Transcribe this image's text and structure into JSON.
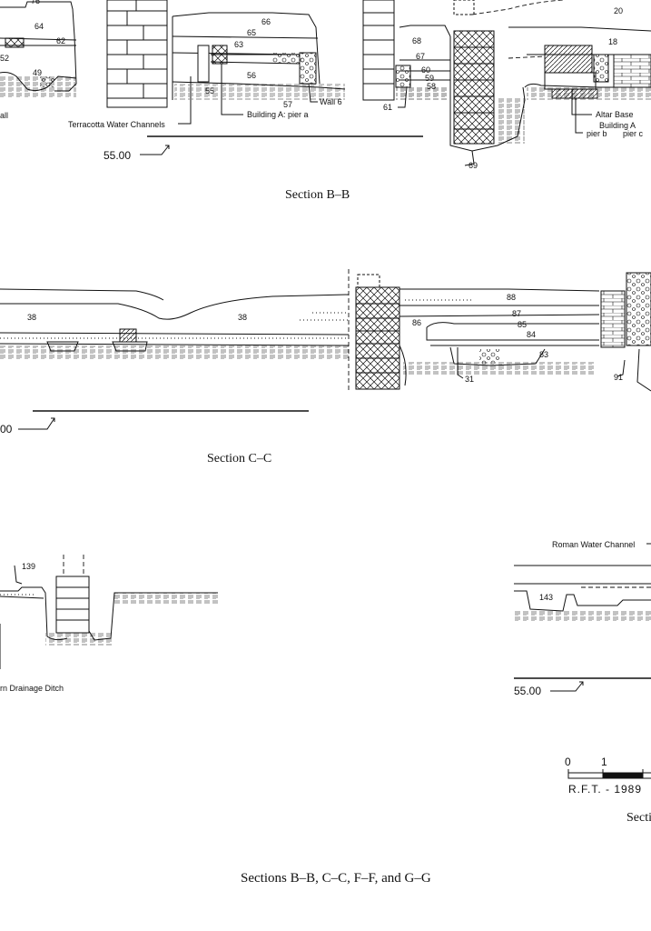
{
  "sections": {
    "bb": {
      "caption": "Section B–B",
      "labels": [
        "76",
        "64",
        "62",
        "52",
        "49",
        "all",
        "66",
        "65",
        "63",
        "56",
        "55",
        "57",
        "68",
        "67",
        "60",
        "59",
        "58",
        "61",
        "69",
        "20",
        "18"
      ],
      "callouts": {
        "terracotta": "Terracotta Water Channels",
        "building_a_pier_a": "Building A: pier a",
        "wall_6": "Wall 6",
        "altar_base": "Altar Base",
        "building_a": "Building A",
        "pier_b": "pier b",
        "pier_c": "pier c"
      },
      "datum": "55.00"
    },
    "cc": {
      "caption": "Section C–C",
      "labels": [
        "38",
        "38",
        "88",
        "87",
        "86",
        "85",
        "84",
        "83",
        "31",
        "91"
      ],
      "datum": "00"
    },
    "ff": {
      "labels": [
        "139"
      ],
      "callouts": {
        "ditch": "rn Drainage Ditch"
      }
    },
    "gg": {
      "labels": [
        "143"
      ],
      "callouts": {
        "roman_channel": "Roman Water Channel"
      },
      "datum": "55.00",
      "caption": "Secti"
    }
  },
  "scale": {
    "ticks": [
      "0",
      "1"
    ],
    "author": "R.F.T. - 1989"
  },
  "page_caption": "Sections B–B, C–C, F–F, and G–G"
}
